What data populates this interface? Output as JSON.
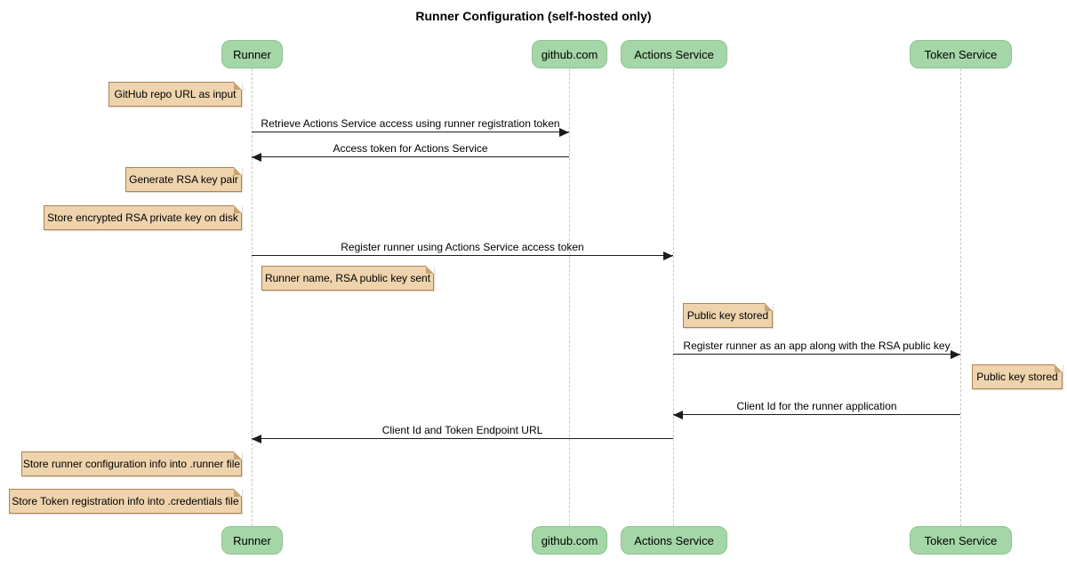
{
  "title": "Runner Configuration (self-hosted only)",
  "participants": [
    {
      "name": "Runner"
    },
    {
      "name": "github.com"
    },
    {
      "name": "Actions Service"
    },
    {
      "name": "Token Service"
    }
  ],
  "messages": [
    {
      "text": "Retrieve Actions Service access using runner registration token",
      "from": "Runner",
      "to": "github.com",
      "direction": "right"
    },
    {
      "text": "Access token for Actions Service",
      "from": "github.com",
      "to": "Runner",
      "direction": "left"
    },
    {
      "text": "Register runner using Actions Service access token",
      "from": "Runner",
      "to": "Actions Service",
      "direction": "right"
    },
    {
      "text": "Register runner as an app along with the RSA public key",
      "from": "Actions Service",
      "to": "Token Service",
      "direction": "right"
    },
    {
      "text": "Client Id for the runner application",
      "from": "Token Service",
      "to": "Actions Service",
      "direction": "left"
    },
    {
      "text": "Client Id and Token Endpoint URL",
      "from": "Actions Service",
      "to": "Runner",
      "direction": "left"
    }
  ],
  "notes": [
    {
      "text": "GitHub repo URL as input",
      "position": "left of Runner"
    },
    {
      "text": "Generate RSA key pair",
      "position": "left of Runner"
    },
    {
      "text": "Store encrypted RSA private key on disk",
      "position": "left of Runner"
    },
    {
      "text": "Runner name, RSA public key sent",
      "position": "right of Runner"
    },
    {
      "text": "Public key stored",
      "position": "right of Actions Service"
    },
    {
      "text": "Public key stored",
      "position": "right of Token Service"
    },
    {
      "text": "Store runner configuration info into .runner file",
      "position": "left of Runner"
    },
    {
      "text": "Store Token registration info into .credentials file",
      "position": "left of Runner"
    }
  ],
  "colors": {
    "actor_fill": "#a5d6a7",
    "actor_border": "#8fc293",
    "note_fill": "#eed3ad",
    "note_border": "#aa8353",
    "lifeline": "#c6c6c6",
    "arrow": "#1c1c1c",
    "background": "#ffffff"
  }
}
